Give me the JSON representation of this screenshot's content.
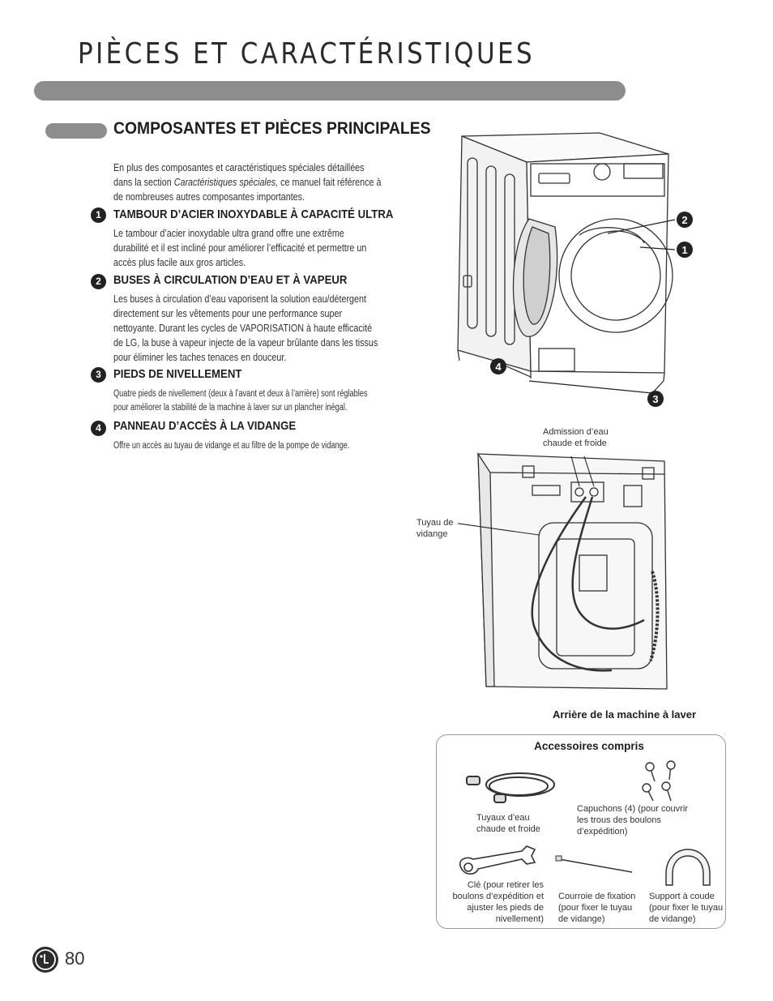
{
  "page": {
    "title": "PIÈCES ET CARACTÉRISTIQUES",
    "number": "80"
  },
  "section": {
    "title": "COMPOSANTES ET PIÈCES PRINCIPALES",
    "intro_before": "En plus des composantes et caractéristiques spéciales détaillées dans la section ",
    "intro_italic": "Caractéristiques spéciales,",
    "intro_after": " ce manuel fait référence à de nombreuses autres composantes importantes."
  },
  "items": [
    {
      "num": "1",
      "heading": "TAMBOUR D’ACIER INOXYDABLE À CAPACITÉ ULTRA",
      "text": "Le tambour d’acier inoxydable ultra grand offre une extrême durabilité et il est incliné pour améliorer l’efficacité et permettre un accès plus facile aux gros articles."
    },
    {
      "num": "2",
      "heading": "BUSES À CIRCULATION D’EAU ET À VAPEUR",
      "text": "Les buses à circulation d’eau vaporisent la solution eau/détergent directement sur les vêtements pour une performance super nettoyante. Durant les cycles de VAPORISATION à haute efficacité de LG, la buse à vapeur injecte de la vapeur brûlante dans les tissus pour éliminer les taches tenaces en douceur."
    },
    {
      "num": "3",
      "heading": "PIEDS DE NIVELLEMENT",
      "text": "Quatre pieds de nivellement (deux à l’avant et deux à l’arrière) sont réglables pour améliorer la stabilité de la machine à laver sur un plancher inégal."
    },
    {
      "num": "4",
      "heading": "PANNEAU D’ACCÈS À LA VIDANGE",
      "text": "Offre un accès au tuyau de vidange et au filtre de la pompe de vidange."
    }
  ],
  "front_callouts": [
    "2",
    "1",
    "4",
    "3"
  ],
  "rear": {
    "caption": "Arrière de la machine à laver",
    "label_inlet": "Admission d’eau chaude et froide",
    "label_drain": "Tuyau de vidange"
  },
  "accessories": {
    "title": "Accessoires compris",
    "hoses": "Tuyaux d’eau chaude et froide",
    "caps": "Capuchons (4) (pour couvrir les trous des boulons d’expédition)",
    "wrench": "Clé (pour retirer les boulons d’expédition et ajuster les pieds de nivellement)",
    "tie": "Courroie de fixation (pour fixer le tuyau de vidange)",
    "elbow": "Support à coude (pour fixer le tuyau de vidange)"
  }
}
